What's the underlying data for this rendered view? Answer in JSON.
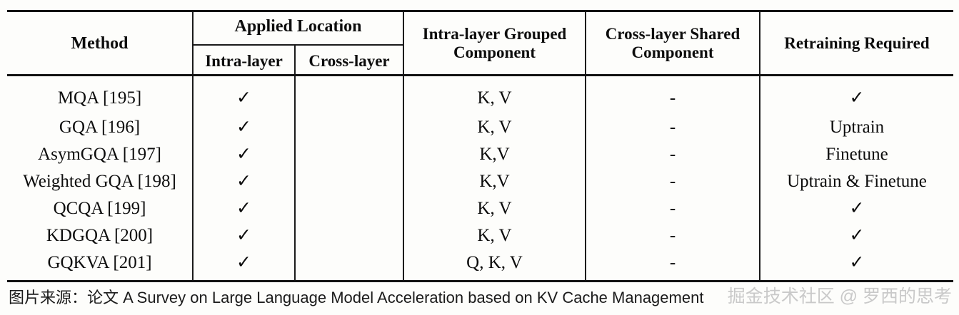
{
  "table": {
    "header": {
      "method": "Method",
      "applied_location": "Applied Location",
      "intra_layer": "Intra-layer",
      "cross_layer": "Cross-layer",
      "intra_layer_grouped_component": "Intra-layer Grouped\nComponent",
      "intra_layer_grouped_component_line1": "Intra-layer Grouped",
      "intra_layer_grouped_component_line2": "Component",
      "cross_layer_shared_component_line1": "Cross-layer Shared",
      "cross_layer_shared_component_line2": "Component",
      "retraining_required": "Retraining Required"
    },
    "check_glyph": "✓",
    "dash_glyph": "-",
    "rows": [
      {
        "method": "MQA [195]",
        "intra_layer": "✓",
        "cross_layer": "",
        "grouped_component": "K, V",
        "shared_component": "-",
        "retraining_required": "✓"
      },
      {
        "method": "GQA [196]",
        "intra_layer": "✓",
        "cross_layer": "",
        "grouped_component": "K, V",
        "shared_component": "-",
        "retraining_required": "Uptrain"
      },
      {
        "method": "AsymGQA [197]",
        "intra_layer": "✓",
        "cross_layer": "",
        "grouped_component": "K,V",
        "shared_component": "-",
        "retraining_required": "Finetune"
      },
      {
        "method": "Weighted GQA [198]",
        "intra_layer": "✓",
        "cross_layer": "",
        "grouped_component": "K,V",
        "shared_component": "-",
        "retraining_required": "Uptrain & Finetune"
      },
      {
        "method": "QCQA [199]",
        "intra_layer": "✓",
        "cross_layer": "",
        "grouped_component": "K, V",
        "shared_component": "-",
        "retraining_required": "✓"
      },
      {
        "method": "KDGQA [200]",
        "intra_layer": "✓",
        "cross_layer": "",
        "grouped_component": "K, V",
        "shared_component": "-",
        "retraining_required": "✓"
      },
      {
        "method": "GQKVA [201]",
        "intra_layer": "✓",
        "cross_layer": "",
        "grouped_component": "Q, K, V",
        "shared_component": "-",
        "retraining_required": "✓"
      }
    ]
  },
  "caption": {
    "text": "图片来源：论文 A Survey on Large Language Model Acceleration based on KV Cache Management"
  },
  "watermark": {
    "text": "掘金技术社区 @ 罗西的思考",
    "color": "#c9c9c9"
  },
  "colors": {
    "background": "#fdfdfb",
    "rule": "#121212",
    "text": "#0d0d0d"
  }
}
